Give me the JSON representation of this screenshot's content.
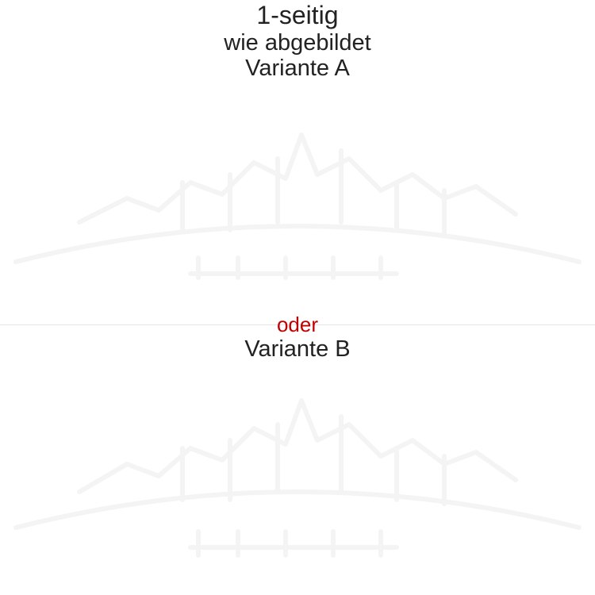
{
  "header": {
    "line1": "1-seitig",
    "line2": "wie abgebildet",
    "line3": "Variante A"
  },
  "separator": {
    "label": "oder",
    "label_color": "#c00000"
  },
  "variant_b": {
    "label": "Variante B"
  },
  "artwork": {
    "motif": "faint white mountain-village silhouette",
    "color": "#f4f4f4"
  }
}
